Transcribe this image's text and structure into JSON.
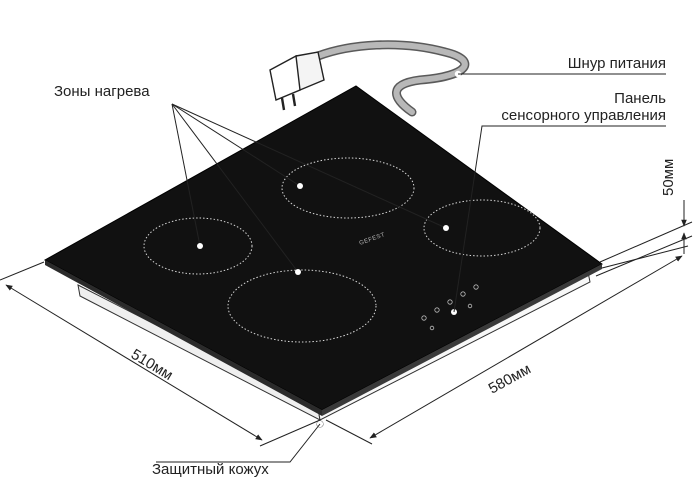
{
  "labels": {
    "heating_zones": "Зоны нагрева",
    "power_cord": "Шнур питания",
    "control_panel_line1": "Панель",
    "control_panel_line2": "сенсорного управления",
    "protective_casing": "Защитный кожух"
  },
  "dimensions": {
    "depth": "510мм",
    "width": "580мм",
    "height": "50мм"
  },
  "brand": "GEFEST",
  "colors": {
    "glass": "#111111",
    "casing": "#f2f2f2",
    "lines": "#222222",
    "cord": "#9a9a9a"
  }
}
